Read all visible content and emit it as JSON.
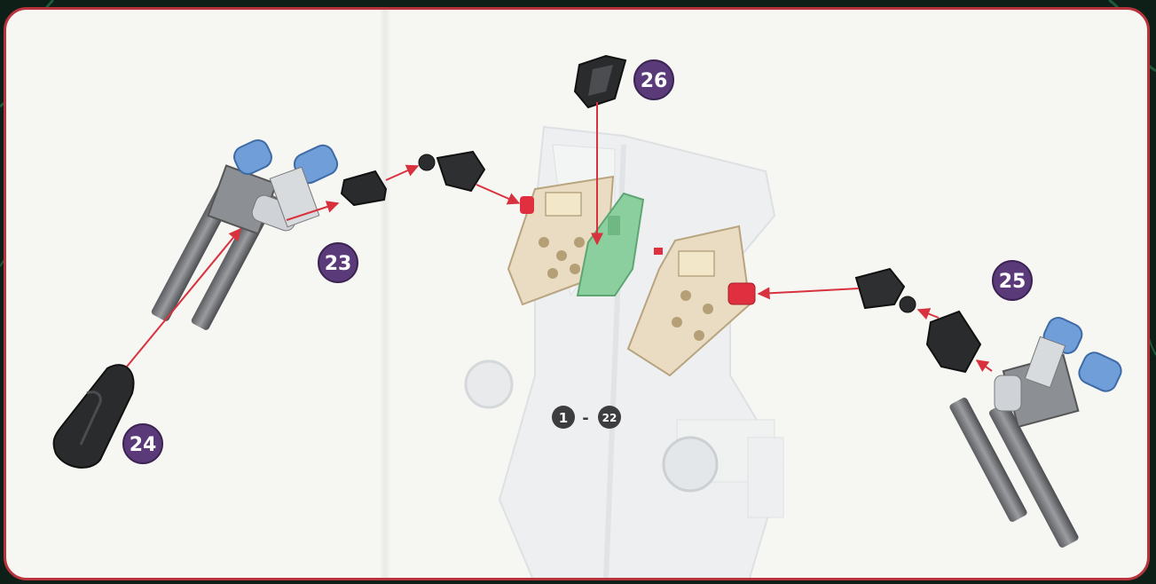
{
  "colors": {
    "frame_border": "#b8333b",
    "page_background": "#f6f6f3",
    "outer_background": "#0d1f16",
    "badge_fill": "#5b3a7a",
    "arrow": "#d8323e",
    "green_part": "#8ccf9f",
    "red_connector": "#e0303f",
    "blue_cap": "#6f9ed8"
  },
  "steps": [
    {
      "label": "23"
    },
    {
      "label": "24"
    },
    {
      "label": "25"
    },
    {
      "label": "26"
    }
  ],
  "reference": {
    "from": "1",
    "separator": "-",
    "to": "22"
  }
}
